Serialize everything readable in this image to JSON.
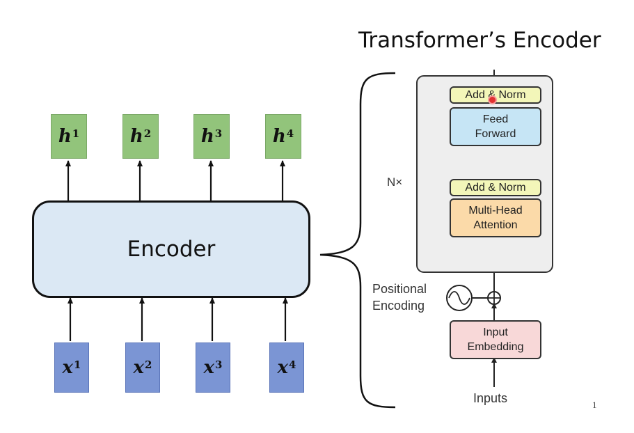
{
  "title": "Transformer’s Encoder",
  "left_diagram": {
    "encoder_label": "Encoder",
    "outputs": [
      {
        "base": "h",
        "sup": "1"
      },
      {
        "base": "h",
        "sup": "2"
      },
      {
        "base": "h",
        "sup": "3"
      },
      {
        "base": "h",
        "sup": "4"
      }
    ],
    "inputs": [
      {
        "base": "x",
        "sup": "1"
      },
      {
        "base": "x",
        "sup": "2"
      },
      {
        "base": "x",
        "sup": "3"
      },
      {
        "base": "x",
        "sup": "4"
      }
    ]
  },
  "right_diagram": {
    "repeat_label": "N×",
    "add_norm_top": "Add & Norm",
    "feed_forward": [
      "Feed",
      "Forward"
    ],
    "add_norm_bottom": "Add & Norm",
    "multi_head_attention": [
      "Multi-Head",
      "Attention"
    ],
    "positional_encoding": [
      "Positional",
      "Encoding"
    ],
    "input_embedding": [
      "Input",
      "Embedding"
    ],
    "inputs_label": "Inputs"
  },
  "page_number": "1",
  "colors": {
    "output_box": "#92c47b",
    "input_box": "#7b95d4",
    "encoder_fill": "#dbe8f4",
    "add_norm": "#f3f6b9",
    "feed_forward": "#c6e5f5",
    "attention": "#fbdaa9",
    "embedding": "#f8d8d8"
  }
}
